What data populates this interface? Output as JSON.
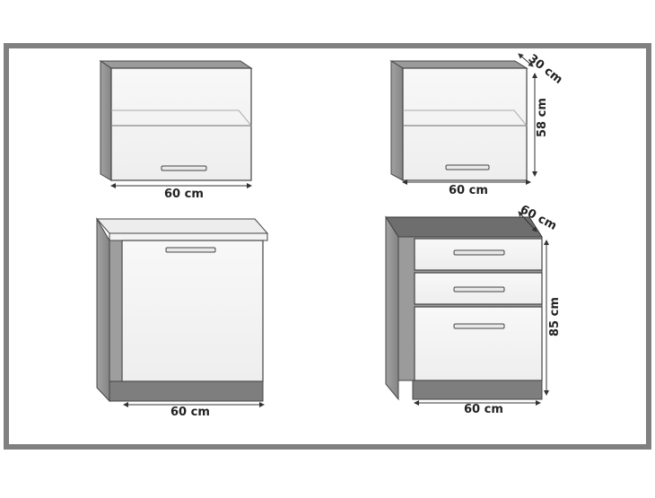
{
  "diagram": {
    "border_color": "#808080",
    "cabinet_side_color": "#8f8f8f",
    "cabinet_front_color": "#f6f6f6",
    "plinth_color": "#7e7e7e",
    "worktop_color": "#ececec",
    "dark_top_color": "#6e6e6e",
    "dimension_color": "#333333",
    "units": [
      {
        "name": "upper-cabinet-flap",
        "width_label": "60 cm"
      },
      {
        "name": "upper-cabinet-flap-dimensioned",
        "width_label": "60 cm",
        "height_label": "58 cm",
        "depth_label": "30 cm"
      },
      {
        "name": "base-cabinet-door",
        "width_label": "60 cm"
      },
      {
        "name": "base-cabinet-drawers",
        "width_label": "60 cm",
        "height_label": "85 cm",
        "depth_label": "60 cm",
        "drawer_count": 3
      }
    ]
  }
}
